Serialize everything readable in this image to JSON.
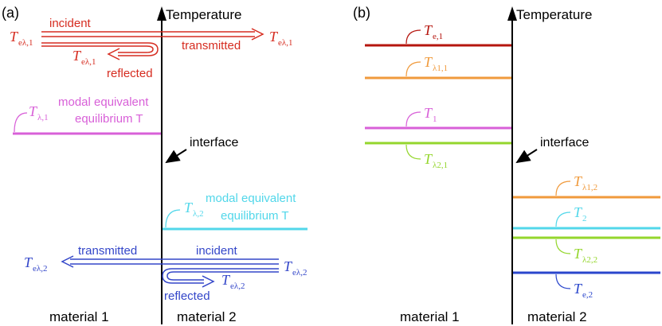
{
  "colors": {
    "red": "#d62c20",
    "blue": "#3346c9",
    "magenta": "#d860d8",
    "cyan": "#52d7ea",
    "dark_red": "#b5150e",
    "orange": "#f09a3c",
    "green": "#94d62c",
    "navy": "#2a46cc",
    "black": "#000000"
  },
  "panel_a": {
    "label": "(a)",
    "axis_title": "Temperature",
    "interface_label": "interface",
    "material_left": "material 1",
    "material_right": "material 2",
    "top": {
      "incident": "incident",
      "transmitted": "transmitted",
      "reflected": "reflected",
      "T_incident": {
        "sym": "T",
        "sub": "eλ,1"
      },
      "T_transmitted": {
        "sym": "T",
        "sub": "eλ,1"
      },
      "T_reflected": {
        "sym": "T",
        "sub": "eλ,1"
      }
    },
    "modal1": {
      "sym": "T",
      "sub": "λ,1",
      "line1": "modal equivalent",
      "line2": "equilibrium T"
    },
    "modal2": {
      "sym": "T",
      "sub": "λ,2",
      "line1": "modal equivalent",
      "line2": "equilibrium T"
    },
    "bottom": {
      "incident": "incident",
      "transmitted": "transmitted",
      "reflected": "reflected",
      "T_incident": {
        "sym": "T",
        "sub": "eλ,2"
      },
      "T_transmitted": {
        "sym": "T",
        "sub": "eλ,2"
      },
      "T_reflected": {
        "sym": "T",
        "sub": "eλ,2"
      }
    }
  },
  "panel_b": {
    "label": "(b)",
    "axis_title": "Temperature",
    "interface_label": "interface",
    "material_left": "material 1",
    "material_right": "material 2",
    "left_levels": [
      {
        "sym": "T",
        "sub": "e,1",
        "color": "#b5150e"
      },
      {
        "sym": "T",
        "sub": "λ1,1",
        "color": "#f09a3c"
      },
      {
        "sym": "T",
        "sub": "1",
        "color": "#d860d8"
      },
      {
        "sym": "T",
        "sub": "λ2,1",
        "color": "#94d62c"
      }
    ],
    "right_levels": [
      {
        "sym": "T",
        "sub": "λ1,2",
        "color": "#f09a3c"
      },
      {
        "sym": "T",
        "sub": "2",
        "color": "#52d7ea"
      },
      {
        "sym": "T",
        "sub": "λ2,2",
        "color": "#94d62c"
      },
      {
        "sym": "T",
        "sub": "e,2",
        "color": "#2a46cc"
      }
    ]
  }
}
